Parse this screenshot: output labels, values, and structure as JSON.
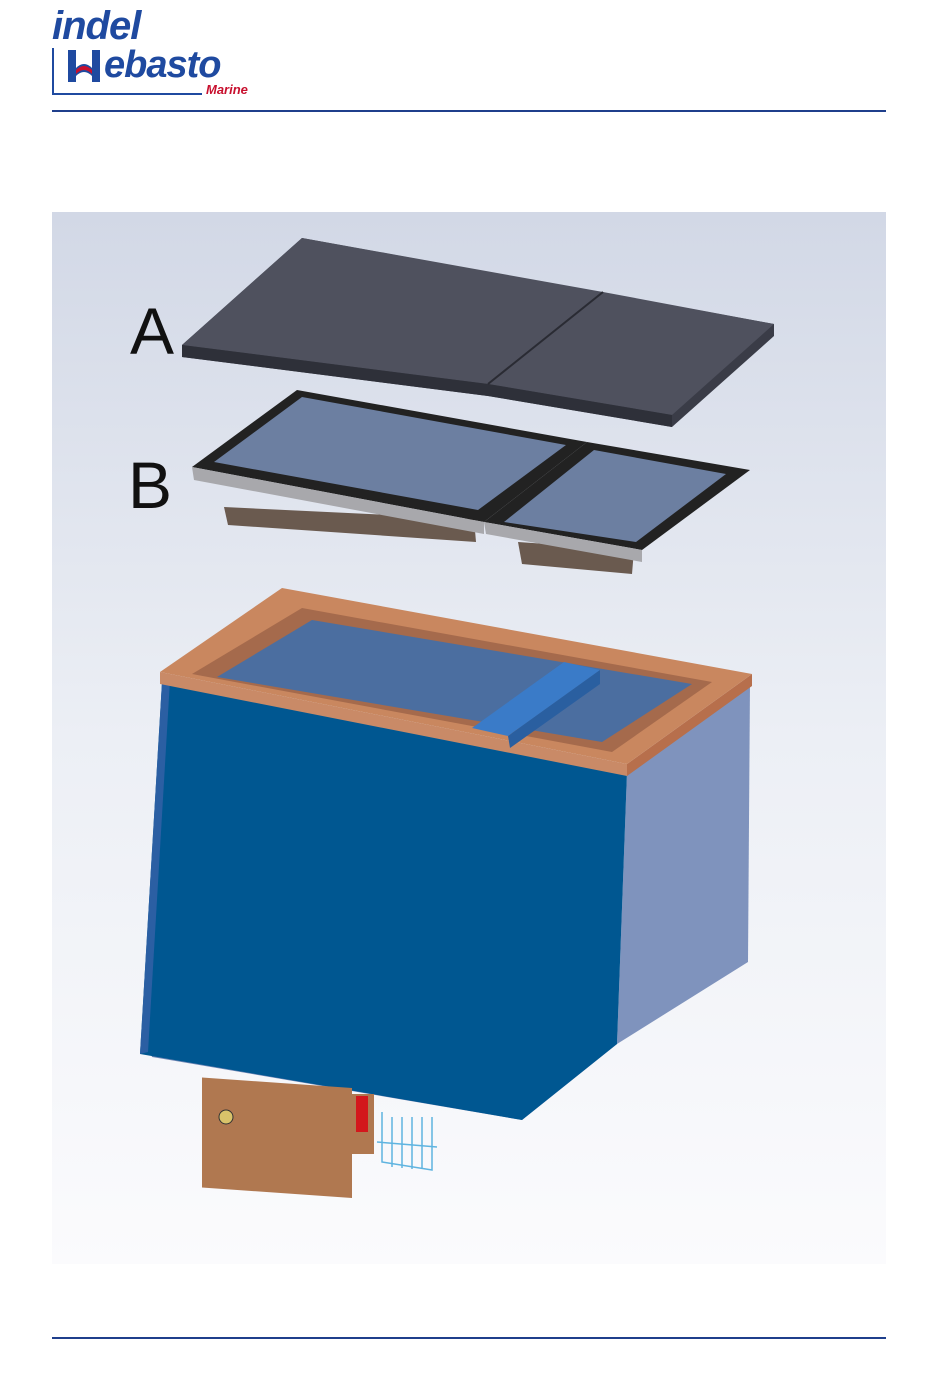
{
  "logo": {
    "line1": "indel",
    "line2": "ebasto",
    "line3": "Marine",
    "brand_blue": "#1f4aa0",
    "brand_red": "#c8102e"
  },
  "figure": {
    "labels": {
      "a": "A",
      "b": "B"
    },
    "colors": {
      "lid_panel": "#4f515e",
      "inner_lid_glass": "#6c7fa1",
      "cabinet_front": "#005791",
      "cabinet_side": "#7f93bd",
      "rim": "#c9875f",
      "crossbar": "#3a7bc8",
      "compressor": "#b07850"
    }
  }
}
